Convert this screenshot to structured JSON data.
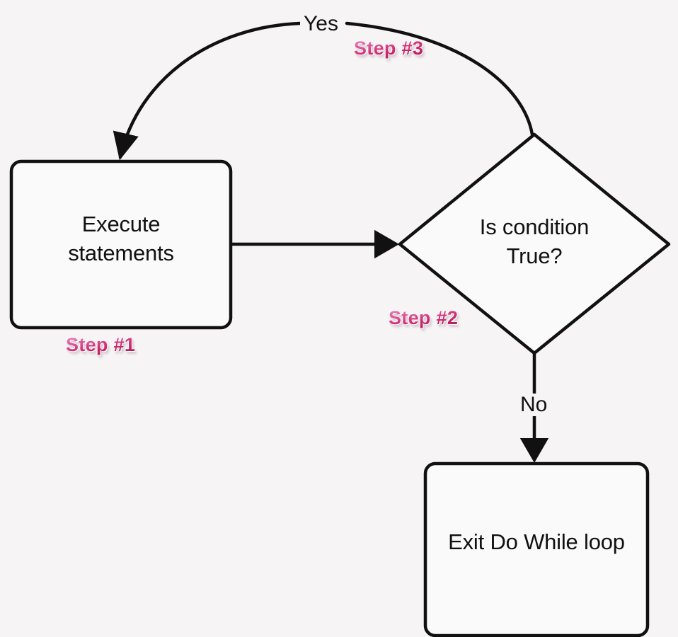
{
  "diagram": {
    "title": "Do While loop flowchart",
    "background_color": "#f6f4f5",
    "stroke_color": "#111111",
    "node_fill_color": "#fbfafa",
    "accent_color": "#cf2f73"
  },
  "nodes": [
    {
      "id": "execute",
      "shape": "rounded-rectangle",
      "label": "Execute\nstatements"
    },
    {
      "id": "condition",
      "shape": "diamond",
      "label": "Is condition\nTrue?"
    },
    {
      "id": "exit",
      "shape": "rounded-rectangle",
      "label": "Exit Do While loop"
    }
  ],
  "edges": [
    {
      "id": "execute-to-condition",
      "from": "execute",
      "to": "condition",
      "label": ""
    },
    {
      "id": "condition-yes-loop-back",
      "from": "condition",
      "to": "execute",
      "label": "Yes"
    },
    {
      "id": "condition-no-to-exit",
      "from": "condition",
      "to": "exit",
      "label": "No"
    }
  ],
  "annotations": [
    {
      "id": "step1",
      "text": "Step #1"
    },
    {
      "id": "step2",
      "text": "Step #2"
    },
    {
      "id": "step3",
      "text": "Step #3"
    }
  ]
}
